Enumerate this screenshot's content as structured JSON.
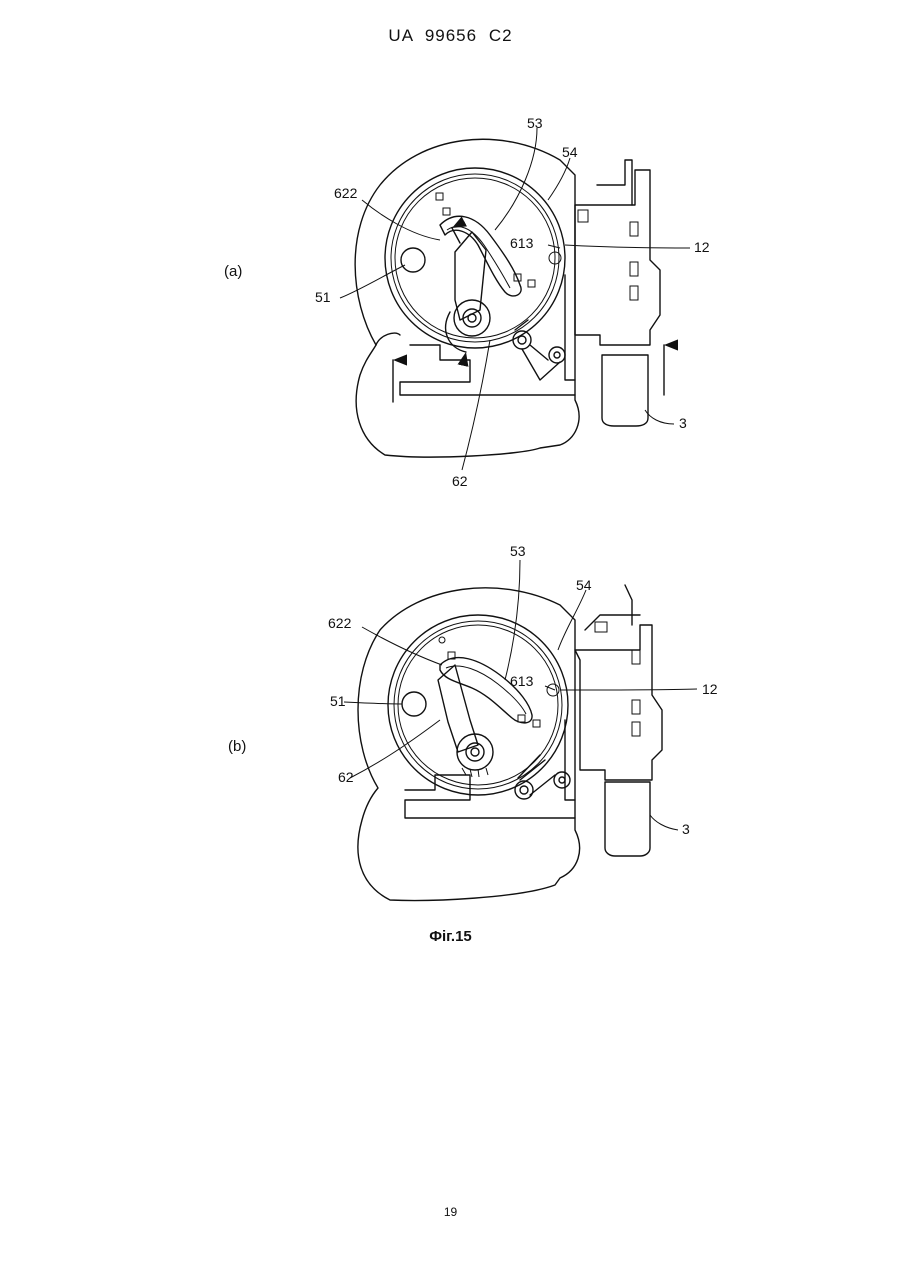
{
  "header": {
    "document_id": "UA   99656   C2"
  },
  "figure": {
    "caption": "Фіг.15",
    "panels": [
      {
        "label": "(a)",
        "reference_numerals": [
          "53",
          "54",
          "622",
          "613",
          "12",
          "51",
          "62",
          "3"
        ]
      },
      {
        "label": "(b)",
        "reference_numerals": [
          "53",
          "54",
          "622",
          "613",
          "12",
          "51",
          "62",
          "3"
        ]
      }
    ]
  },
  "footer": {
    "page_number": "19"
  }
}
